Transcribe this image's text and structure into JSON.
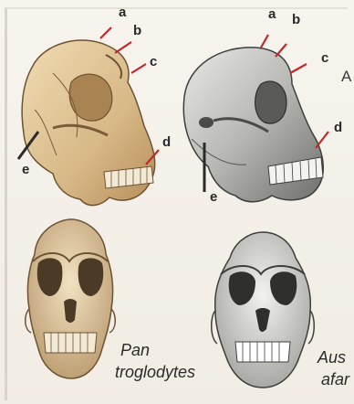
{
  "labels": {
    "left_top": {
      "a": "a",
      "b": "b",
      "c": "c",
      "d": "d",
      "e": "e"
    },
    "right_top": {
      "a": "a",
      "b": "b",
      "c": "c",
      "d": "d",
      "e": "e"
    }
  },
  "species": {
    "left_line1": "Pan",
    "left_line2": "troglodytes",
    "right_line1": "Aus",
    "right_line2": "afar"
  },
  "edge_text": "A",
  "colors": {
    "bone_light": "#e8d2a6",
    "bone_mid": "#c9a873",
    "bone_dark": "#8a6a43",
    "grey_light": "#d9d9d6",
    "grey_mid": "#9a9a97",
    "grey_dark": "#4a4a4a",
    "pointer": "#c0282a"
  }
}
